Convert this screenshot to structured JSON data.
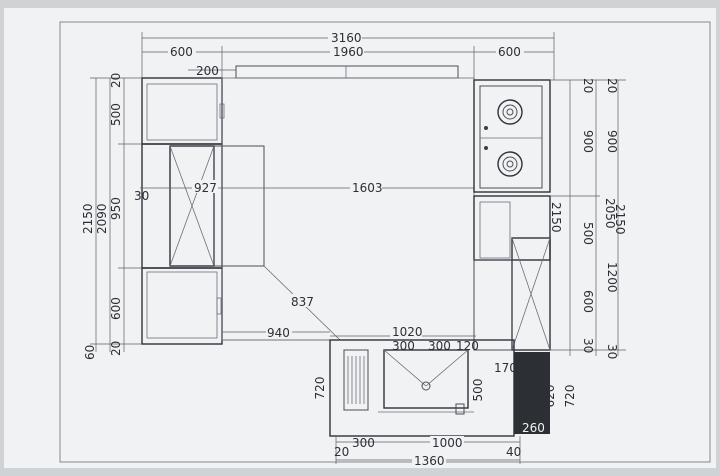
{
  "dims": {
    "top_total": "3160",
    "top_left": "600",
    "top_mid": "1960",
    "top_right": "600",
    "notch": "200",
    "left_outer": "2150",
    "left_inner": "2090",
    "left_20_top": "20",
    "left_500": "500",
    "left_950": "950",
    "left_600": "600",
    "left_20_bot": "20",
    "left_60": "60",
    "left_30": "30",
    "island_927": "927",
    "span_1603": "1603",
    "diag_837": "837",
    "d_940": "940",
    "d_1020": "1020",
    "r_20a": "20",
    "r_900a": "900",
    "r_2150a": "2150",
    "r_500a": "500",
    "r_600a": "600",
    "r_30a": "30",
    "r_20b": "20",
    "r_900b": "900",
    "r_2050": "2050",
    "r_1200": "1200",
    "r_30b": "30",
    "r_2150b": "2150",
    "sink_300a": "300",
    "sink_300b": "300",
    "sink_120": "120",
    "sink_170": "170",
    "sink_720": "720",
    "sink_500": "500",
    "sink_620": "620",
    "sink_720b": "720",
    "sink_260": "260",
    "bot_20": "20",
    "bot_300": "300",
    "bot_1000": "1000",
    "bot_40": "40",
    "bot_1360": "1360"
  }
}
